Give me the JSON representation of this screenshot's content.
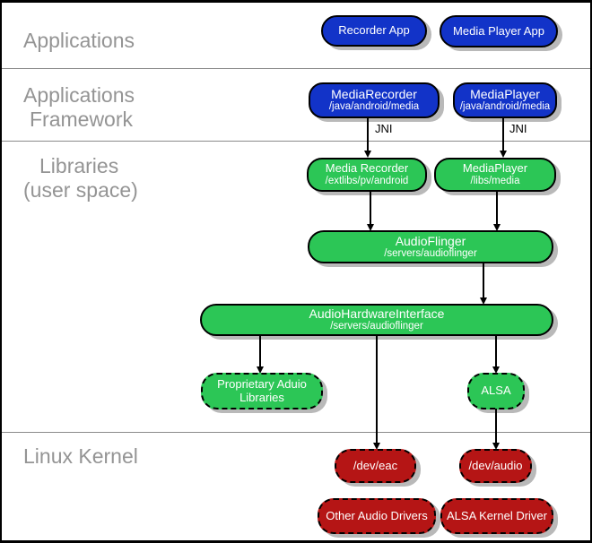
{
  "sections": {
    "applications": [
      "Applications"
    ],
    "framework": [
      "Applications",
      "Framework"
    ],
    "libraries": [
      "Libraries",
      "(user space)"
    ],
    "kernel": [
      "Linux Kernel"
    ]
  },
  "labels": {
    "jni": "JNI"
  },
  "nodes": {
    "recorder_app": {
      "title": "Recorder App"
    },
    "media_player_app": {
      "title": "Media Player App"
    },
    "media_recorder_fw": {
      "title": "MediaRecorder",
      "subtitle": "/java/android/media"
    },
    "media_player_fw": {
      "title": "MediaPlayer",
      "subtitle": "/java/android/media"
    },
    "media_recorder_lib": {
      "title": "Media Recorder",
      "subtitle": "/extlibs/pv/android"
    },
    "media_player_lib": {
      "title": "MediaPlayer",
      "subtitle": "/libs/media"
    },
    "audio_flinger": {
      "title": "AudioFlinger",
      "subtitle": "/servers/audioflinger"
    },
    "audio_hardware_interface": {
      "title": "AudioHardwareInterface",
      "subtitle": "/servers/audioflinger"
    },
    "proprietary_audio_libraries": {
      "title_line1": "Proprietary Aduio",
      "title_line2": "Libraries"
    },
    "alsa": {
      "title": "ALSA"
    },
    "dev_eac": {
      "title": "/dev/eac"
    },
    "dev_audio": {
      "title": "/dev/audio"
    },
    "other_audio_drivers": {
      "title": "Other Audio Drivers"
    },
    "alsa_kernel_driver": {
      "title": "ALSA Kernel Driver"
    }
  },
  "colors": {
    "blue": "#1233c8",
    "green": "#2cc656",
    "red": "#b51515",
    "shadow": "#b9b9b9",
    "section_text": "#949494",
    "divider": "#8a8a8a",
    "line": "#000000"
  }
}
